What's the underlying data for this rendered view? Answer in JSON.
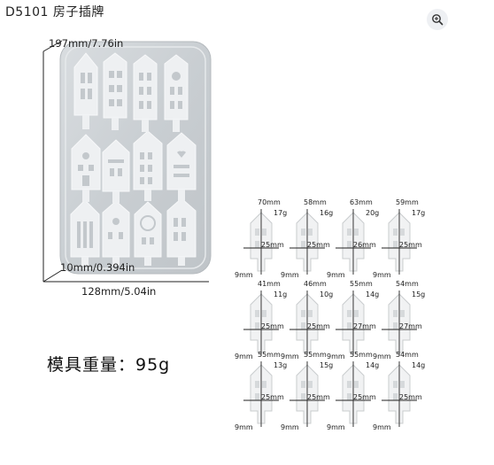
{
  "title": "D5101 房子插牌",
  "zoom_icon": "zoom-in-icon",
  "mold": {
    "height_label": "197mm/7.76in",
    "depth_label": "10mm/0.394in",
    "width_label": "128mm/5.04in"
  },
  "weight_label": "模具重量：95g",
  "pieces": [
    {
      "w": "25mm",
      "h": "70mm",
      "wt": "17g",
      "base": "9mm"
    },
    {
      "w": "25mm",
      "h": "58mm",
      "wt": "16g",
      "base": "9mm"
    },
    {
      "w": "26mm",
      "h": "63mm",
      "wt": "20g",
      "base": "9mm"
    },
    {
      "w": "25mm",
      "h": "59mm",
      "wt": "17g",
      "base": "9mm"
    },
    {
      "w": "25mm",
      "h": "41mm",
      "wt": "11g",
      "base": "9mm"
    },
    {
      "w": "25mm",
      "h": "46mm",
      "wt": "10g",
      "base": "9mm"
    },
    {
      "w": "27mm",
      "h": "55mm",
      "wt": "14g",
      "base": "9mm"
    },
    {
      "w": "27mm",
      "h": "54mm",
      "wt": "15g",
      "base": "9mm"
    },
    {
      "w": "25mm",
      "h": "55mm",
      "wt": "13g",
      "base": "9mm"
    },
    {
      "w": "25mm",
      "h": "55mm",
      "wt": "15g",
      "base": "9mm"
    },
    {
      "w": "25mm",
      "h": "55mm",
      "wt": "14g",
      "base": "9mm"
    },
    {
      "w": "25mm",
      "h": "54mm",
      "wt": "14g",
      "base": "9mm"
    }
  ]
}
